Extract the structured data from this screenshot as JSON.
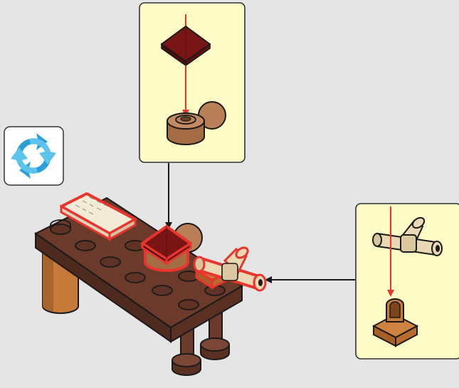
{
  "page": {
    "background": "#e5e5e5"
  },
  "colors": {
    "callout_bg": "#fdfbc6",
    "arrow_red": "#e8352d",
    "highlight_red": "#e8352d",
    "dark_red_tile": "#6e1414",
    "reddish_brown": "#6b3a2a",
    "medium_nougat": "#b98058",
    "tan": "#e9d8b3",
    "orange_brown": "#c77a3a",
    "rotate_icon_blue": "#2a9fd8"
  },
  "icons": {
    "rotate_model": "rotate-model-icon"
  },
  "steps": {
    "top_callout": {
      "parts": [
        "dark-red-pyramid-tile",
        "round-brick-with-ball"
      ]
    },
    "right_callout": {
      "parts": [
        "tan-cross-bar",
        "clip-plate"
      ]
    },
    "main_model": "desk-with-inkwell-and-scroll"
  }
}
